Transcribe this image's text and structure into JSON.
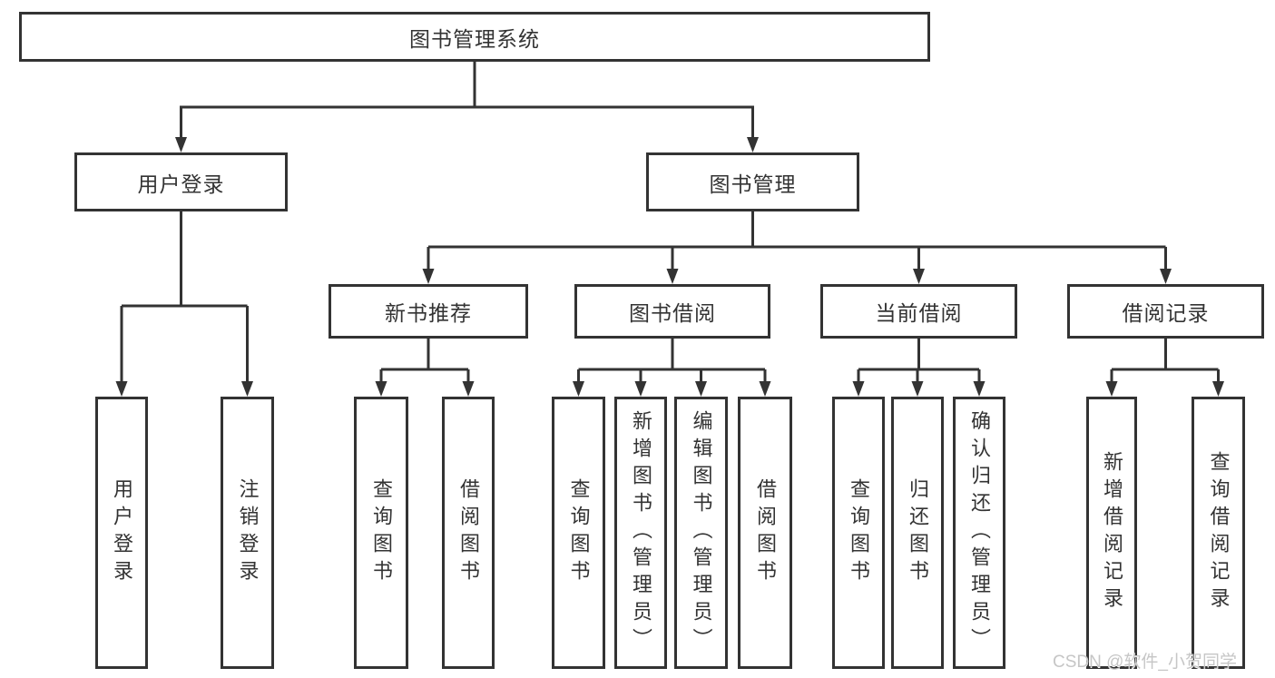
{
  "diagram": {
    "root": {
      "label": "图书管理系统"
    },
    "level2": {
      "userLogin": {
        "label": "用户登录"
      },
      "bookManagement": {
        "label": "图书管理"
      }
    },
    "level3": {
      "newBookRecommend": {
        "label": "新书推荐"
      },
      "bookBorrowing": {
        "label": "图书借阅"
      },
      "currentBorrowing": {
        "label": "当前借阅"
      },
      "borrowingRecords": {
        "label": "借阅记录"
      }
    },
    "leaves": {
      "userLogin": [
        "用户登录",
        "注销登录"
      ],
      "newBookRecommend": [
        "查询图书",
        "借阅图书"
      ],
      "bookBorrowing": [
        "查询图书",
        "新增图书（管理员）",
        "编辑图书（管理员）",
        "借阅图书"
      ],
      "currentBorrowing": [
        "查询图书",
        "归还图书",
        "确认归还（管理员）"
      ],
      "borrowingRecords": [
        "新增借阅记录",
        "查询借阅记录"
      ]
    }
  },
  "watermark": {
    "text": "CSDN @软件_小贺同学"
  },
  "colors": {
    "line": "#333333",
    "boxBorder": "#333333",
    "text": "#333333",
    "watermark": "#c6c6c6",
    "background": "#ffffff"
  }
}
